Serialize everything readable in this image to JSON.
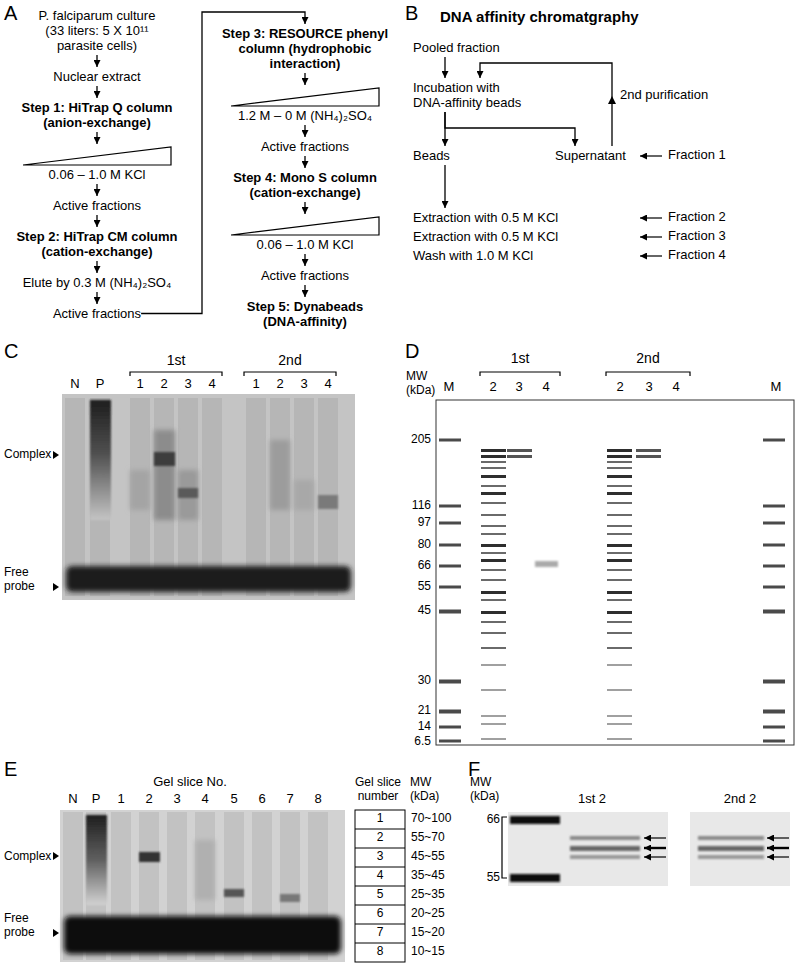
{
  "diagram": {
    "nodes": [
      {
        "text": [
          "P. falciparum culture (33 liters: 5 X 10¹¹ parasite cells)"
        ]
      },
      {
        "text": [
          "Nuclear extract"
        ]
      },
      {
        "text": [
          "Step 1: HiTrap Q column (anion-exchange)"
        ]
      },
      {
        "text": [
          "0.06 – 1.0 M KCl"
        ]
      },
      {
        "text": [
          "Active fractions"
        ]
      },
      {
        "text": [
          "Step 2: HiTrap CM column (cation-exchange)"
        ]
      },
      {
        "text": [
          "Elute by 0.3 M (NH₄)₂SO₄"
        ]
      },
      {
        "text": [
          "Active fractions"
        ]
      },
      {
        "text": [
          "Step 3: RESOURCE phenyl column (hydrophobic interaction)"
        ]
      },
      {
        "text": [
          "1.2 M – 0 M (NH₄)₂SO₄"
        ]
      },
      {
        "text": [
          "Active fractions"
        ]
      },
      {
        "text": [
          "Step 4: Mono S column (cation-exchange)"
        ]
      },
      {
        "text": [
          "0.06 – 1.0 M KCl"
        ]
      },
      {
        "text": [
          "Active fractions"
        ]
      },
      {
        "text": [
          "Step 5: Dynabeads (DNA-affinity)"
        ]
      },
      {
        "text": [
          "Pooled fraction"
        ]
      },
      {
        "text": [
          "Incubation with DNA-affinity beads"
        ]
      },
      {
        "text": [
          "Beads"
        ]
      },
      {
        "text": [
          "Supernatant"
        ]
      },
      {
        "text": [
          "Extraction with 0.5 M KCl"
        ]
      },
      {
        "text": [
          "Extraction with 0.5 M KCl"
        ]
      },
      {
        "text": [
          "Wash with 1.0 M KCl"
        ]
      }
    ],
    "edges": [
      {
        "from": 0,
        "to": 1,
        "arrow": "to"
      },
      {
        "from": 1,
        "to": 2,
        "arrow": "to"
      },
      {
        "from": 2,
        "to": 3,
        "arrow": "to"
      },
      {
        "from": 3,
        "to": 4,
        "arrow": "to"
      },
      {
        "from": 4,
        "to": 5,
        "arrow": "to"
      },
      {
        "from": 5,
        "to": 6,
        "arrow": "to"
      },
      {
        "from": 6,
        "to": 7,
        "arrow": "to"
      },
      {
        "from": 7,
        "to": 8,
        "arrow": "to"
      },
      {
        "from": 8,
        "to": 9,
        "arrow": "to"
      },
      {
        "from": 9,
        "to": 10,
        "arrow": "to"
      },
      {
        "from": 10,
        "to": 11,
        "arrow": "to"
      },
      {
        "from": 11,
        "to": 12,
        "arrow": "to"
      },
      {
        "from": 12,
        "to": 13,
        "arrow": "to"
      },
      {
        "from": 13,
        "to": 14,
        "arrow": "to"
      },
      {
        "from": 15,
        "to": 16,
        "arrow": "to"
      },
      {
        "from": 16,
        "to": 17,
        "arrow": "to"
      },
      {
        "from": 16,
        "to": 18,
        "arrow": "to"
      },
      {
        "from": 18,
        "to": 16,
        "arrow": "to"
      },
      {
        "from": 17,
        "to": 19,
        "arrow": "to"
      }
    ],
    "labels": [
      "A",
      "B",
      "DNA affinity chromatgraphy",
      "2nd purification",
      "Fraction 1",
      "Fraction 2",
      "Fraction 3",
      "Fraction 4",
      "C",
      "1st",
      "2nd",
      "N",
      "P",
      "1",
      "2",
      "3",
      "4",
      "1",
      "2",
      "3",
      "4",
      "Complex",
      "Free probe",
      "D",
      "1st",
      "2nd",
      "MW (kDa)",
      "M",
      "2",
      "3",
      "4",
      "2",
      "3",
      "4",
      "M",
      "205",
      "116",
      "97",
      "80",
      "66",
      "55",
      "45",
      "30",
      "21",
      "14",
      "6.5",
      "E",
      "Gel slice No.",
      "N",
      "P",
      "1",
      "2",
      "3",
      "4",
      "5",
      "6",
      "7",
      "8",
      "Complex",
      "Free probe",
      "Gel slice number",
      "MW (kDa)",
      "1",
      "70~100",
      "2",
      "55~70",
      "3",
      "45~55",
      "4",
      "35~45",
      "5",
      "25~35",
      "6",
      "20~25",
      "7",
      "15~20",
      "8",
      "10~15",
      "F",
      "MW (kDa)",
      "66",
      "55",
      "1st 2",
      "2nd 2"
    ]
  }
}
